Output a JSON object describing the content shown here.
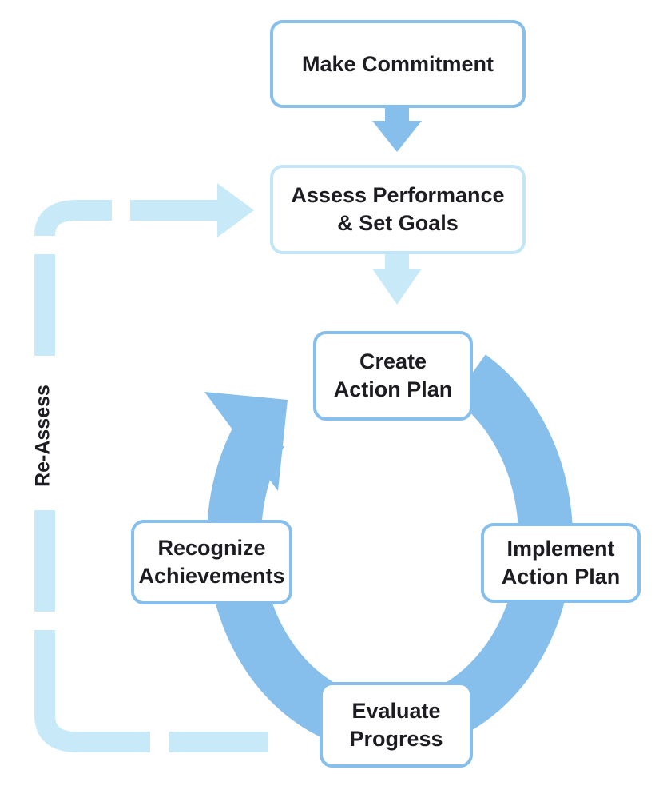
{
  "diagram": {
    "colors": {
      "primary": "#86bfeb",
      "light": "#c8e9f8",
      "text": "#1c1c22"
    },
    "nodes": {
      "make_commitment": {
        "line1": "Make Commitment"
      },
      "assess": {
        "line1": "Assess Performance",
        "line2": "& Set Goals"
      },
      "create": {
        "line1": "Create",
        "line2": "Action Plan"
      },
      "implement": {
        "line1": "Implement",
        "line2": "Action Plan"
      },
      "evaluate": {
        "line1": "Evaluate",
        "line2": "Progress"
      },
      "recognize": {
        "line1": "Recognize",
        "line2": "Achievements"
      }
    },
    "loop_label": "Re-Assess"
  }
}
